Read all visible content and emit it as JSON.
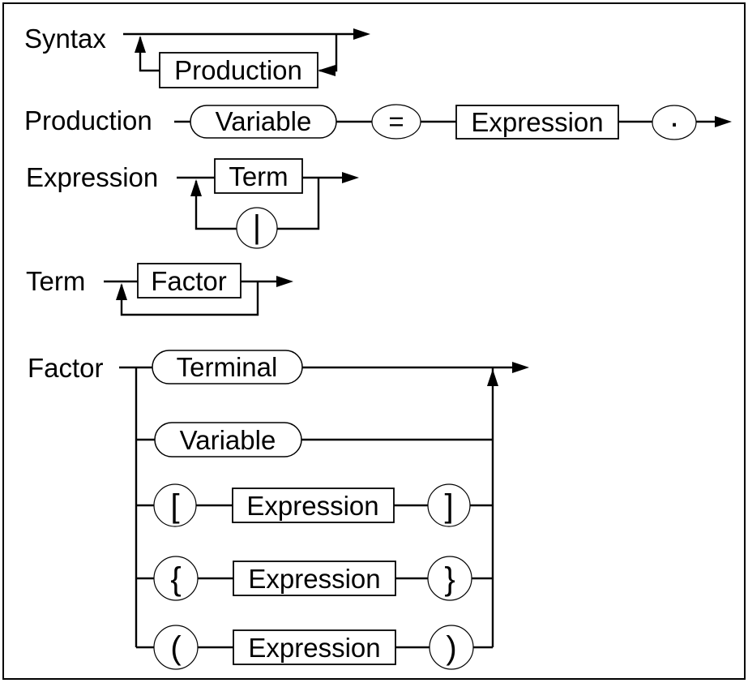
{
  "colors": {
    "ink": "#000000",
    "paper": "#ffffff"
  },
  "rules": {
    "syntax": {
      "label": "Syntax",
      "production_box": "Production"
    },
    "production": {
      "label": "Production",
      "variable": "Variable",
      "equals": "=",
      "expression": "Expression",
      "period": "."
    },
    "expression": {
      "label": "Expression",
      "term": "Term",
      "pipe": "|"
    },
    "term": {
      "label": "Term",
      "factor": "Factor"
    },
    "factor": {
      "label": "Factor",
      "terminal": "Terminal",
      "variable": "Variable",
      "lbracket": "[",
      "expression_optional": "Expression",
      "rbracket": "]",
      "lbrace": "{",
      "expression_repeated": "Expression",
      "rbrace": "}",
      "lparen": "(",
      "expression_grouped": "Expression",
      "rparen": ")"
    }
  }
}
